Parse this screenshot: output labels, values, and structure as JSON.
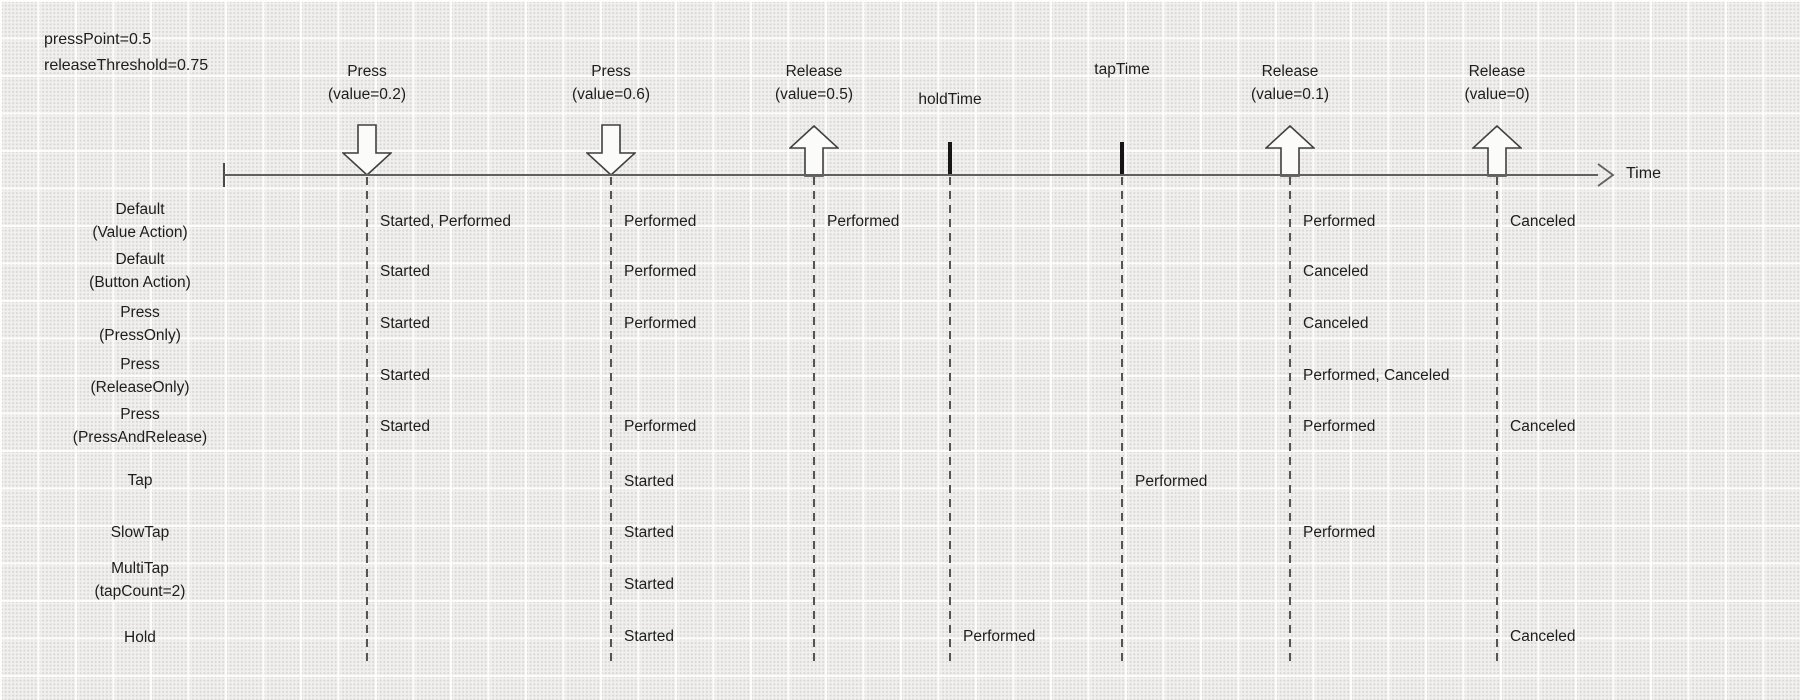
{
  "params": {
    "line1": "pressPoint=0.5",
    "line2": "releaseThreshold=0.75"
  },
  "axis": {
    "label": "Time"
  },
  "events": [
    {
      "id": "press-0.2",
      "marker": "arrow-down-icon",
      "title_line1": "Press",
      "title_line2": "(value=0.2)"
    },
    {
      "id": "press-0.6",
      "marker": "arrow-down-icon",
      "title_line1": "Press",
      "title_line2": "(value=0.6)"
    },
    {
      "id": "release-0.5",
      "marker": "arrow-up-icon",
      "title_line1": "Release",
      "title_line2": "(value=0.5)"
    },
    {
      "id": "hold-time",
      "marker": "tick-mark",
      "title_line1": "holdTime",
      "title_line2": ""
    },
    {
      "id": "tap-time",
      "marker": "tick-mark",
      "title_line1": "tapTime",
      "title_line2": ""
    },
    {
      "id": "release-0.1",
      "marker": "arrow-up-icon",
      "title_line1": "Release",
      "title_line2": "(value=0.1)"
    },
    {
      "id": "release-0",
      "marker": "arrow-up-icon",
      "title_line1": "Release",
      "title_line2": "(value=0)"
    }
  ],
  "rows": [
    {
      "label_line1": "Default",
      "label_line2": "(Value Action)",
      "cells": [
        {
          "event": "press-0.2",
          "text": "Started, Performed"
        },
        {
          "event": "press-0.6",
          "text": "Performed"
        },
        {
          "event": "release-0.5",
          "text": "Performed"
        },
        {
          "event": "release-0.1",
          "text": "Performed"
        },
        {
          "event": "release-0",
          "text": "Canceled"
        }
      ]
    },
    {
      "label_line1": "Default",
      "label_line2": "(Button Action)",
      "cells": [
        {
          "event": "press-0.2",
          "text": "Started"
        },
        {
          "event": "press-0.6",
          "text": "Performed"
        },
        {
          "event": "release-0.1",
          "text": "Canceled"
        }
      ]
    },
    {
      "label_line1": "Press",
      "label_line2": "(PressOnly)",
      "cells": [
        {
          "event": "press-0.2",
          "text": "Started"
        },
        {
          "event": "press-0.6",
          "text": "Performed"
        },
        {
          "event": "release-0.1",
          "text": "Canceled"
        }
      ]
    },
    {
      "label_line1": "Press",
      "label_line2": "(ReleaseOnly)",
      "cells": [
        {
          "event": "press-0.2",
          "text": "Started"
        },
        {
          "event": "release-0.1",
          "text": "Performed, Canceled"
        }
      ]
    },
    {
      "label_line1": "Press",
      "label_line2": "(PressAndRelease)",
      "cells": [
        {
          "event": "press-0.2",
          "text": "Started"
        },
        {
          "event": "press-0.6",
          "text": "Performed"
        },
        {
          "event": "release-0.1",
          "text": "Performed"
        },
        {
          "event": "release-0",
          "text": "Canceled"
        }
      ]
    },
    {
      "label_line1": "Tap",
      "label_line2": "",
      "cells": [
        {
          "event": "press-0.6",
          "text": "Started"
        },
        {
          "event": "tap-time",
          "text": "Performed"
        }
      ]
    },
    {
      "label_line1": "SlowTap",
      "label_line2": "",
      "cells": [
        {
          "event": "press-0.6",
          "text": "Started"
        },
        {
          "event": "release-0.1",
          "text": "Performed"
        }
      ]
    },
    {
      "label_line1": "MultiTap",
      "label_line2": "(tapCount=2)",
      "cells": [
        {
          "event": "press-0.6",
          "text": "Started"
        }
      ]
    },
    {
      "label_line1": "Hold",
      "label_line2": "",
      "cells": [
        {
          "event": "press-0.6",
          "text": "Started"
        },
        {
          "event": "hold-time",
          "text": "Performed"
        },
        {
          "event": "release-0",
          "text": "Canceled"
        }
      ]
    }
  ]
}
